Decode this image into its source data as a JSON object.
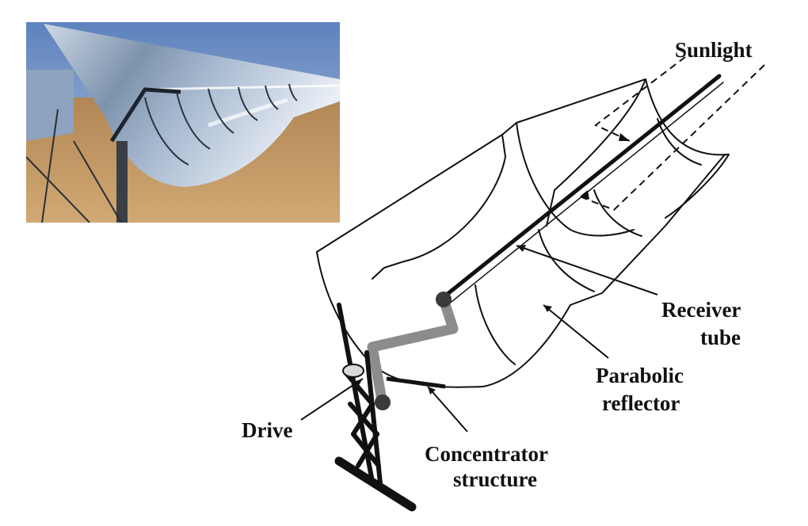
{
  "labels": {
    "sunlight": "Sunlight",
    "receiver_line1": "Receiver",
    "receiver_line2": "tube",
    "parabolic_line1": "Parabolic",
    "parabolic_line2": "reflector",
    "drive": "Drive",
    "concentrator_line1": "Concentrator",
    "concentrator_line2": "structure"
  },
  "colors": {
    "line": "#111111",
    "arm": "#8c8c8c",
    "sky": "#6f8fbf",
    "ground": "#c59a63"
  }
}
